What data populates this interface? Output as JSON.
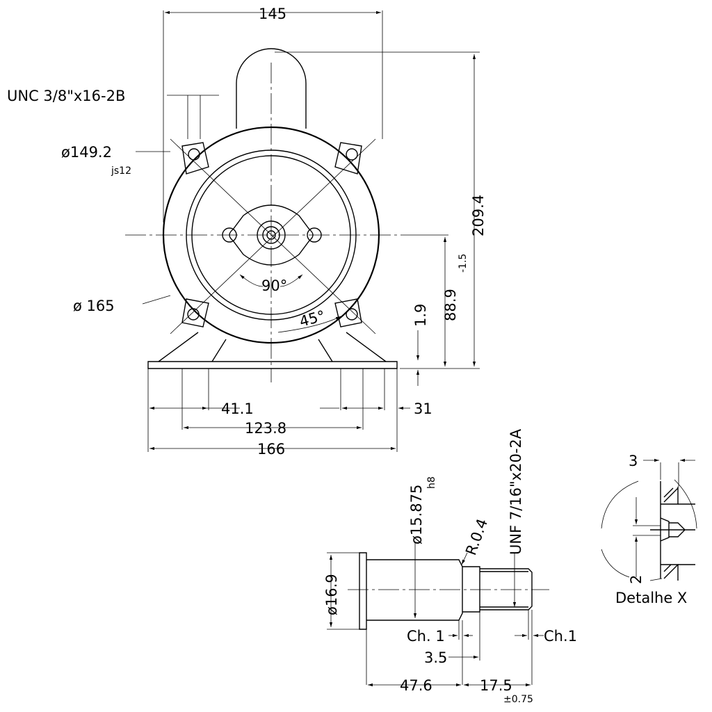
{
  "front_view": {
    "dim_width_top": "145",
    "thread_callout": "UNC 3/8\"x16-2B",
    "dia_pilot": "ø149.2",
    "dia_pilot_tol": "js12",
    "dia_bolt_circle": "ø   165",
    "angle_90": "90°",
    "angle_45": "45°",
    "dim_height_total": "209.4",
    "dim_shaft_height_tol": "-1.5",
    "dim_shaft_height": "88.9",
    "dim_foot_thickness": "1.9",
    "dim_foot_slot": "41.1",
    "dim_foot_holes": "123.8",
    "dim_base_width": "166",
    "dim_foot_edge": "31"
  },
  "shaft_view": {
    "dia_shaft": "ø15.875",
    "dia_shaft_tol": "h8",
    "radius": "R.0.4",
    "thread": "UNF 7/16\"x20-2A",
    "dia_collar": "ø16.9",
    "chamfer_1": "Ch. 1",
    "chamfer_2": "Ch.1",
    "dim_neck": "3.5",
    "dim_shaft_length": "47.6",
    "dim_thread_length": "17.5",
    "dim_thread_tol": "±0.75"
  },
  "detail_x": {
    "title": "Detalhe  X",
    "dim_depth": "3",
    "dim_gap": "2"
  }
}
